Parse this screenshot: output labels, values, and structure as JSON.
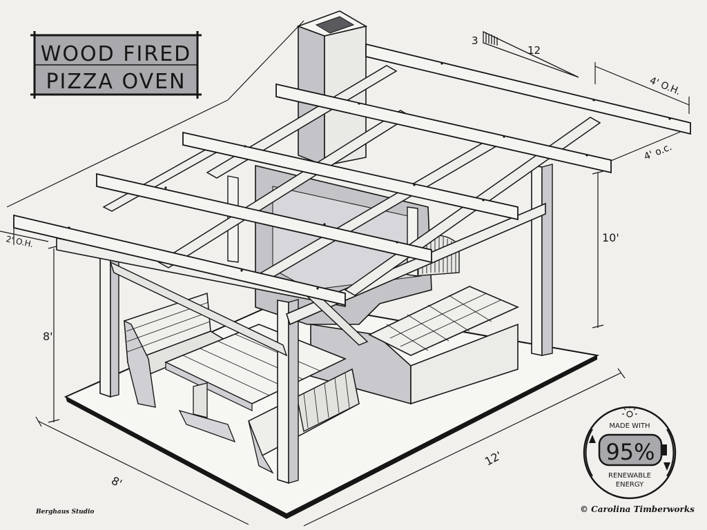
{
  "title": {
    "line1": "WOOD FIRED",
    "line2": "PIZZA OVEN"
  },
  "dimensions": {
    "slope_rise": "3",
    "slope_run": "12",
    "overhang_right": "4' O.H.",
    "rafter_spacing": "4' o.c.",
    "post_height": "10'",
    "overhang_left": "2' O.H.",
    "eave_height": "8'",
    "width": "8'",
    "length": "12'"
  },
  "badge": {
    "top_text": "MADE WITH",
    "percent": "95%",
    "bottom_line1": "RENEWABLE",
    "bottom_line2": "ENERGY"
  },
  "credits": {
    "left": "Berghaus Studio",
    "right": "© Carolina Timberworks"
  },
  "colors": {
    "background": "#f1f0ec",
    "ink": "#161616",
    "panel": "#a9a9ad",
    "timber": "#eeeeea",
    "shade": "#c4c4c8"
  }
}
